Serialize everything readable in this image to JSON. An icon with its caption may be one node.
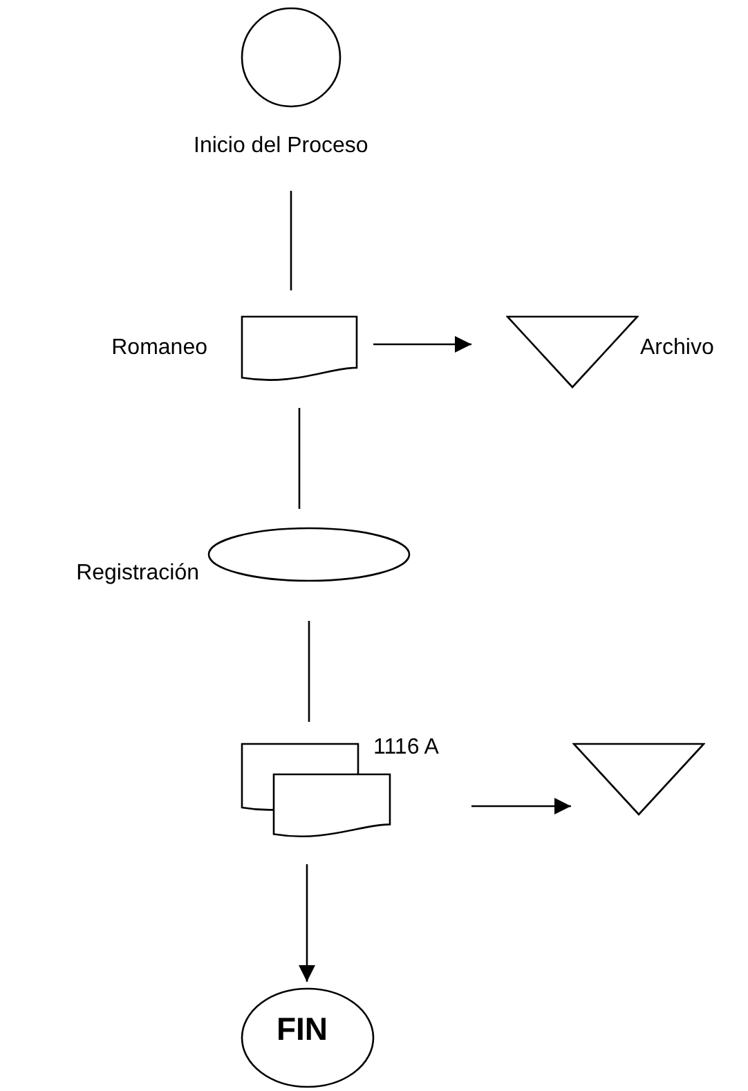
{
  "diagram": {
    "nodes": [
      {
        "text": [],
        "shape": "circle",
        "beside": [
          "Inicio del Proceso"
        ]
      },
      {
        "text": [],
        "shape": "document",
        "beside": [
          "Romaneo"
        ]
      },
      {
        "text": [],
        "shape": "triangle",
        "beside": [
          "Archivo"
        ]
      },
      {
        "text": [],
        "shape": "ellipse",
        "beside": [
          "Registración"
        ]
      },
      {
        "text": [],
        "shape": "documents",
        "beside": [
          "1116 A"
        ]
      },
      {
        "text": [],
        "shape": "triangle"
      },
      {
        "text": [
          "FIN"
        ]
      }
    ],
    "edges": [
      {
        "from": 0,
        "to": 1,
        "arrow": "none"
      },
      {
        "from": 1,
        "to": 2,
        "arrow": "to"
      },
      {
        "from": 1,
        "to": 3,
        "arrow": "none"
      },
      {
        "from": 3,
        "to": 4,
        "arrow": "none"
      },
      {
        "from": 4,
        "to": 5,
        "arrow": "to"
      },
      {
        "from": 4,
        "to": 6,
        "arrow": "to"
      }
    ]
  }
}
